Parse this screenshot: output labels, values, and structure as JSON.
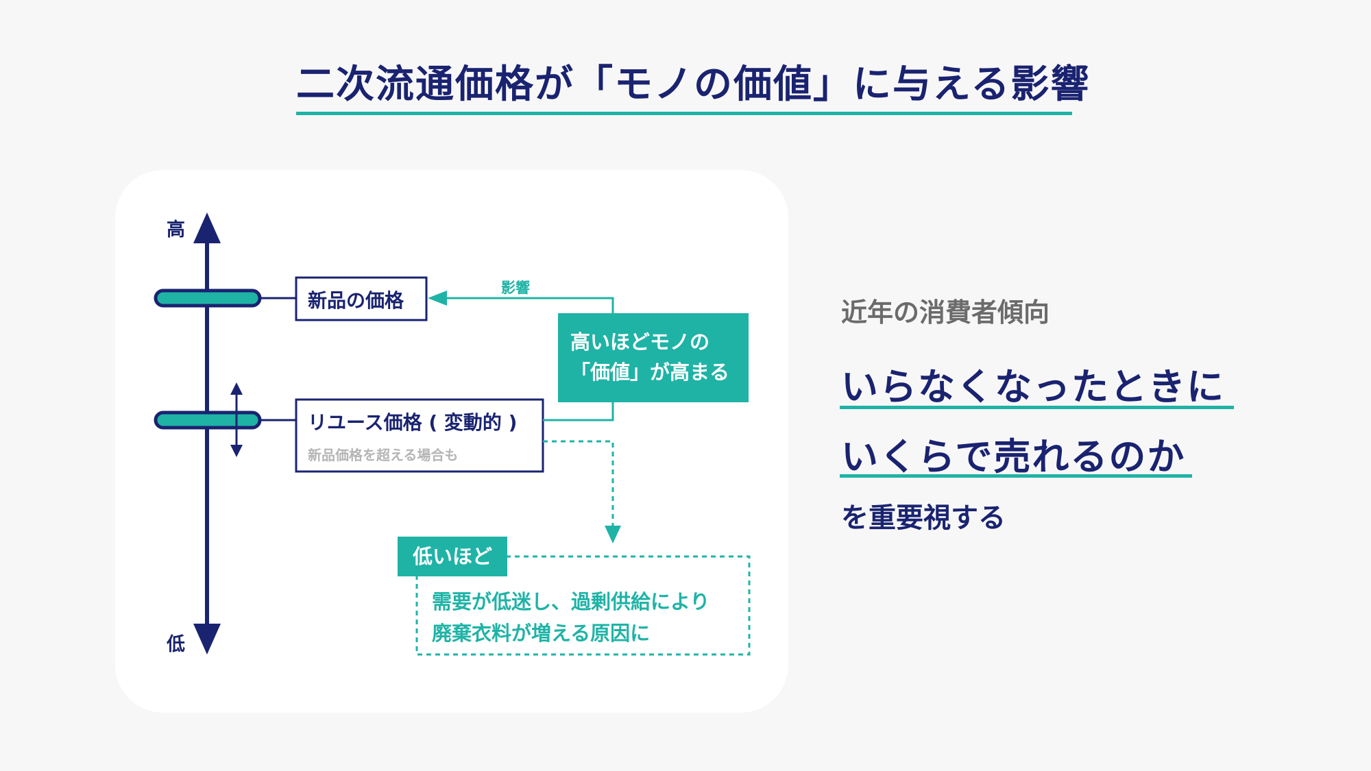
{
  "header": {
    "title": "二次流通価格が「モノの価値」に与える影響"
  },
  "diagram": {
    "axis_high_label": "高",
    "axis_low_label": "低",
    "new_price_label": "新品の価格",
    "reuse_price_label": "リユース価格 ( 変動的 )",
    "reuse_note": "新品価格を超える場合も",
    "effect_label": "影響",
    "high_box_line1": "高いほどモノの",
    "high_box_line2": "「価値」が高まる",
    "low_tag": "低いほど",
    "low_note_line1": "需要が低迷し、過剰供給により",
    "low_note_line2": "廃棄衣料が増える原因に"
  },
  "right": {
    "subtitle": "近年の消費者傾向",
    "line1": "いらなくなったときに",
    "line2": "いくらで売れるのか",
    "tail": "を重要視する"
  },
  "colors": {
    "navy": "#1a2370",
    "teal": "#1fb3a6",
    "background": "#f7f7f7"
  }
}
